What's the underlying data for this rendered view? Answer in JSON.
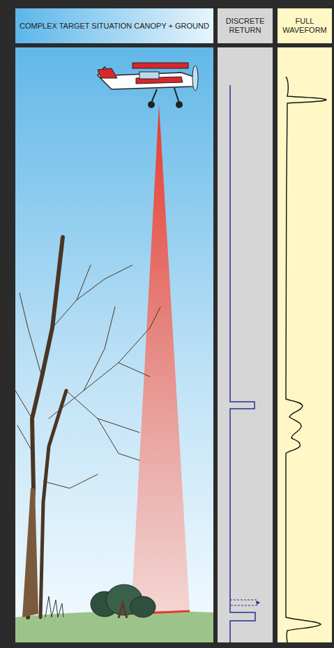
{
  "diagram": {
    "nodes": [
      {
        "text": [
          "COMPLEX TARGET SITUATION CANOPY + GROUND"
        ]
      },
      {
        "text": [
          "DISCRETE RETURN"
        ]
      },
      {
        "text": [
          "FULL WAVEFORM"
        ]
      }
    ]
  }
}
